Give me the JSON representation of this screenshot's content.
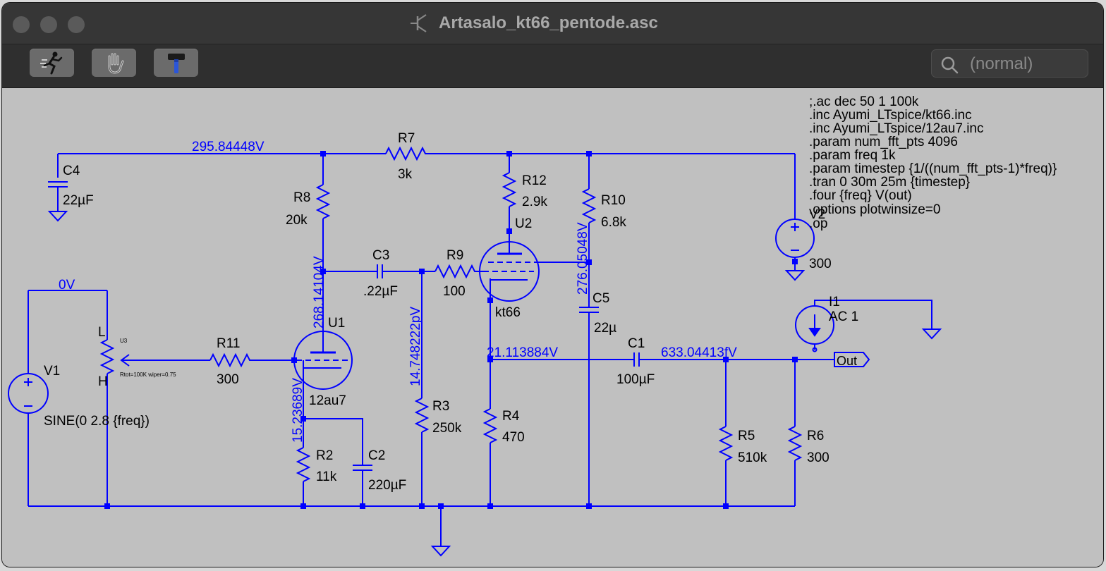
{
  "window": {
    "title": "Artasalo_kt66_pentode.asc",
    "colors": {
      "titlebar": "#363636",
      "canvas": "#c0c0c0",
      "wire": "#0000ff",
      "text": "#000000"
    }
  },
  "toolbar": {
    "buttons": [
      {
        "icon": "run-icon",
        "tooltip": "Run"
      },
      {
        "icon": "halt-hand-icon",
        "tooltip": "Halt"
      },
      {
        "icon": "hammer-icon",
        "tooltip": "Settings"
      }
    ],
    "search": {
      "placeholder": "(normal)"
    }
  },
  "directives": [
    ";.ac dec 50 1 100k",
    ".inc Ayumi_LTspice/kt66.inc",
    ".inc Ayumi_LTspice/12au7.inc",
    ".param num_fft_pts 4096",
    ".param freq 1k",
    ".param timestep {1/((num_fft_pts-1)*freq)}",
    ".tran 0 30m 25m {timestep}",
    ".four {freq} V(out)",
    ".options plotwinsize=0",
    ".op"
  ],
  "node_voltages": {
    "supply": "295.84448V",
    "input": "0V",
    "u1_plate": "268.14104V",
    "u1_cathode": "15.23689V",
    "u2_grid": "14.748222pV",
    "u2_plate": "276.05048V",
    "u2_cathode": "21.113884V",
    "output": "633.04413fV"
  },
  "components": {
    "R7": {
      "name": "R7",
      "value": "3k"
    },
    "R8": {
      "name": "R8",
      "value": "20k"
    },
    "R12": {
      "name": "R12",
      "value": "2.9k"
    },
    "R10": {
      "name": "R10",
      "value": "6.8k"
    },
    "R9": {
      "name": "R9",
      "value": "100"
    },
    "R11": {
      "name": "R11",
      "value": "300"
    },
    "R3": {
      "name": "R3",
      "value": "250k"
    },
    "R4": {
      "name": "R4",
      "value": "470"
    },
    "R2": {
      "name": "R2",
      "value": "11k"
    },
    "R5": {
      "name": "R5",
      "value": "510k"
    },
    "R6": {
      "name": "R6",
      "value": "300"
    },
    "C4": {
      "name": "C4",
      "value": "22µF"
    },
    "C3": {
      "name": "C3",
      "value": ".22µF"
    },
    "C5": {
      "name": "C5",
      "value": "22µ"
    },
    "C1": {
      "name": "C1",
      "value": "100µF"
    },
    "C2": {
      "name": "C2",
      "value": "220µF"
    },
    "U1": {
      "name": "U1",
      "value": "12au7"
    },
    "U2": {
      "name": "U2",
      "value": "kt66"
    },
    "U3": {
      "name": "U3",
      "params": "Rtot=100K wiper=0.75",
      "pin_top": "L",
      "pin_bottom": "H"
    },
    "V1": {
      "name": "V1",
      "value": "SINE(0 2.8 {freq})"
    },
    "V2": {
      "name": "V2",
      "value": "300"
    },
    "I1": {
      "name": "I1",
      "value": "AC 1"
    }
  },
  "labels": {
    "out_port": "Out"
  }
}
